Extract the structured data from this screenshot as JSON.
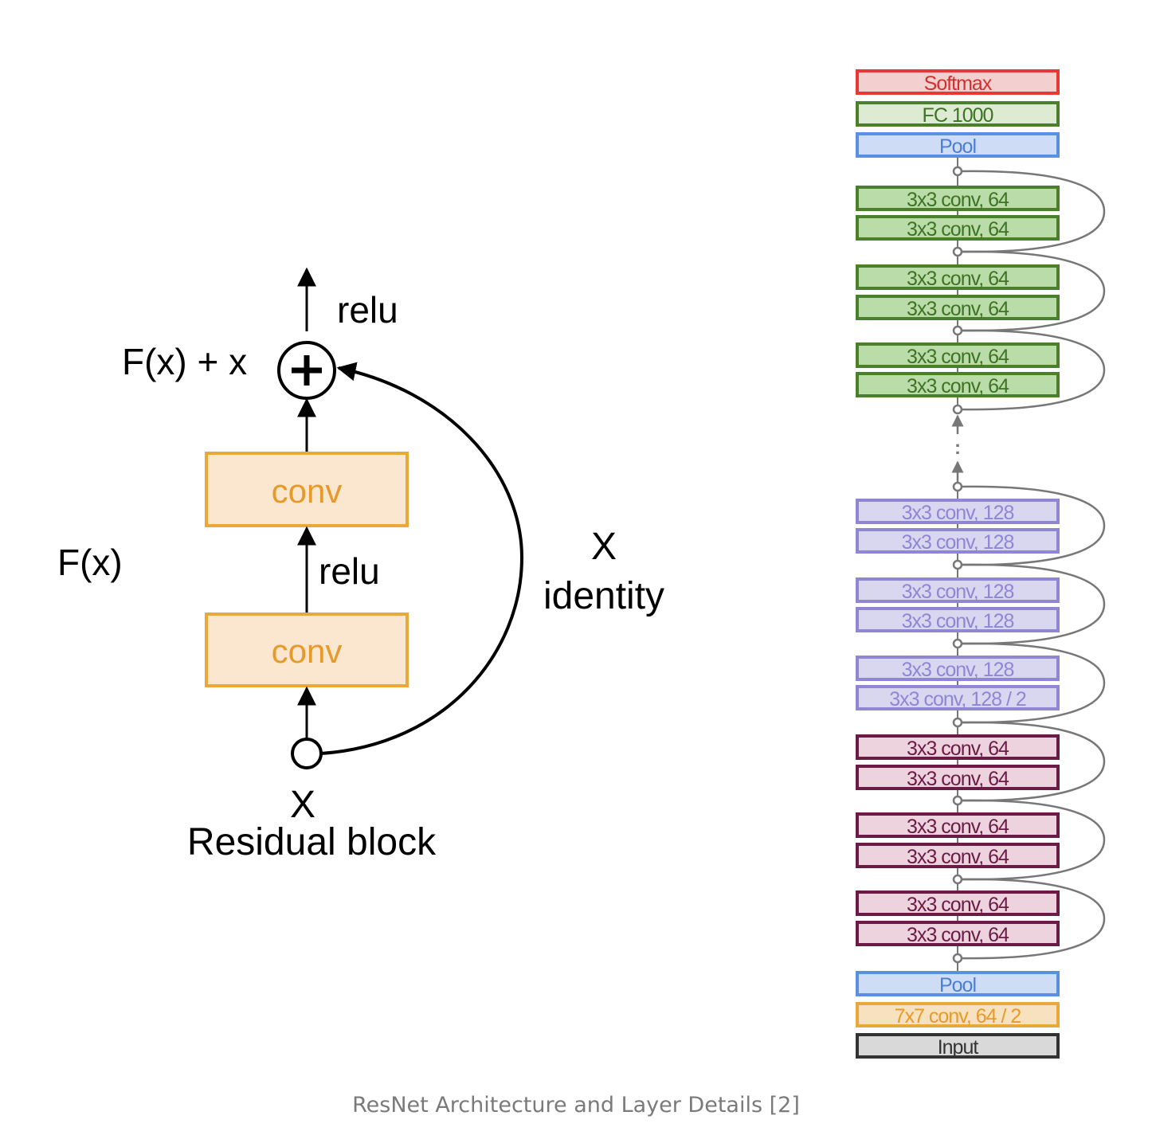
{
  "residual_block": {
    "top_relu": "relu",
    "sum_label": "F(x) + x",
    "conv_top": "conv",
    "conv_bottom": "conv",
    "mid_relu": "relu",
    "fx_label": "F(x)",
    "identity_x": "X",
    "identity_label": "identity",
    "input_x": "X",
    "title": "Residual block"
  },
  "network": {
    "layers": [
      {
        "label": "Softmax",
        "group": "softmax"
      },
      {
        "label": "FC 1000",
        "group": "fc"
      },
      {
        "label": "Pool",
        "group": "pool"
      },
      {
        "label": "3x3 conv, 64",
        "group": "green"
      },
      {
        "label": "3x3 conv, 64",
        "group": "green"
      },
      {
        "label": "3x3 conv, 64",
        "group": "green"
      },
      {
        "label": "3x3 conv, 64",
        "group": "green"
      },
      {
        "label": "3x3 conv, 64",
        "group": "green"
      },
      {
        "label": "3x3 conv, 64",
        "group": "green"
      },
      {
        "label": "3x3 conv, 128",
        "group": "purple"
      },
      {
        "label": "3x3 conv, 128",
        "group": "purple"
      },
      {
        "label": "3x3 conv, 128",
        "group": "purple"
      },
      {
        "label": "3x3 conv, 128",
        "group": "purple"
      },
      {
        "label": "3x3 conv, 128",
        "group": "purple"
      },
      {
        "label": "3x3 conv, 128 / 2",
        "group": "purple"
      },
      {
        "label": "3x3 conv, 64",
        "group": "maroon"
      },
      {
        "label": "3x3 conv, 64",
        "group": "maroon"
      },
      {
        "label": "3x3 conv, 64",
        "group": "maroon"
      },
      {
        "label": "3x3 conv, 64",
        "group": "maroon"
      },
      {
        "label": "3x3 conv, 64",
        "group": "maroon"
      },
      {
        "label": "3x3 conv, 64",
        "group": "maroon"
      },
      {
        "label": "Pool",
        "group": "pool"
      },
      {
        "label": "7x7 conv, 64 / 2",
        "group": "orange"
      },
      {
        "label": "Input",
        "group": "input"
      }
    ],
    "colors": {
      "softmax": {
        "stroke": "#e53935",
        "fill": "#f3cfcf",
        "text": "#d32f2f"
      },
      "fc": {
        "stroke": "#4a7f2c",
        "fill": "#dcebd2",
        "text": "#3f7224"
      },
      "pool": {
        "stroke": "#5b8fe0",
        "fill": "#cfdcf5",
        "text": "#4a7fd4"
      },
      "green": {
        "stroke": "#4a7f2c",
        "fill": "#b9dca8",
        "text": "#3f7224"
      },
      "purple": {
        "stroke": "#8f86d6",
        "fill": "#d9d6ef",
        "text": "#8f86d6"
      },
      "maroon": {
        "stroke": "#6b1b45",
        "fill": "#ecd3dd",
        "text": "#6b1b45"
      },
      "orange": {
        "stroke": "#eba83a",
        "fill": "#f7e1be",
        "text": "#e69a2a"
      },
      "input": {
        "stroke": "#333333",
        "fill": "#d9d9d9",
        "text": "#333333"
      }
    },
    "ellipsis": ":"
  },
  "caption": "ResNet Architecture and Layer Details [2]"
}
